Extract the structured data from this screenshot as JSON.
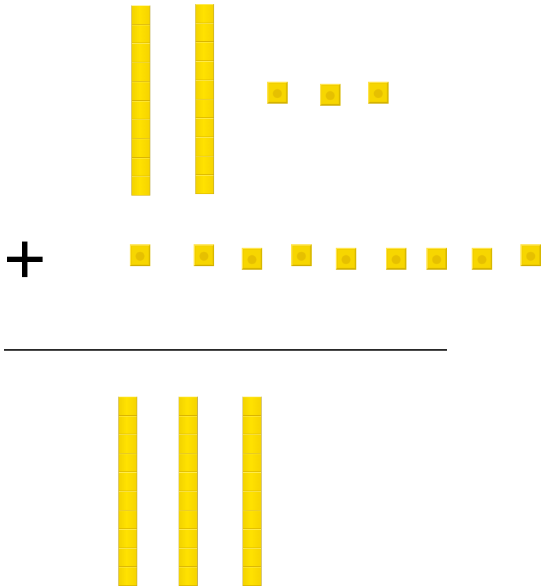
{
  "title": "",
  "operator": "+",
  "rows": [
    {
      "name": "addend-1",
      "tens": 2,
      "ones": 3
    },
    {
      "name": "addend-2",
      "tens": 0,
      "ones": 9
    },
    {
      "name": "sum",
      "tens": 3,
      "ones": 0
    }
  ],
  "colors": {
    "block_yellow": "#f7d600",
    "block_edge": "#d9b400",
    "line": "#000000"
  }
}
